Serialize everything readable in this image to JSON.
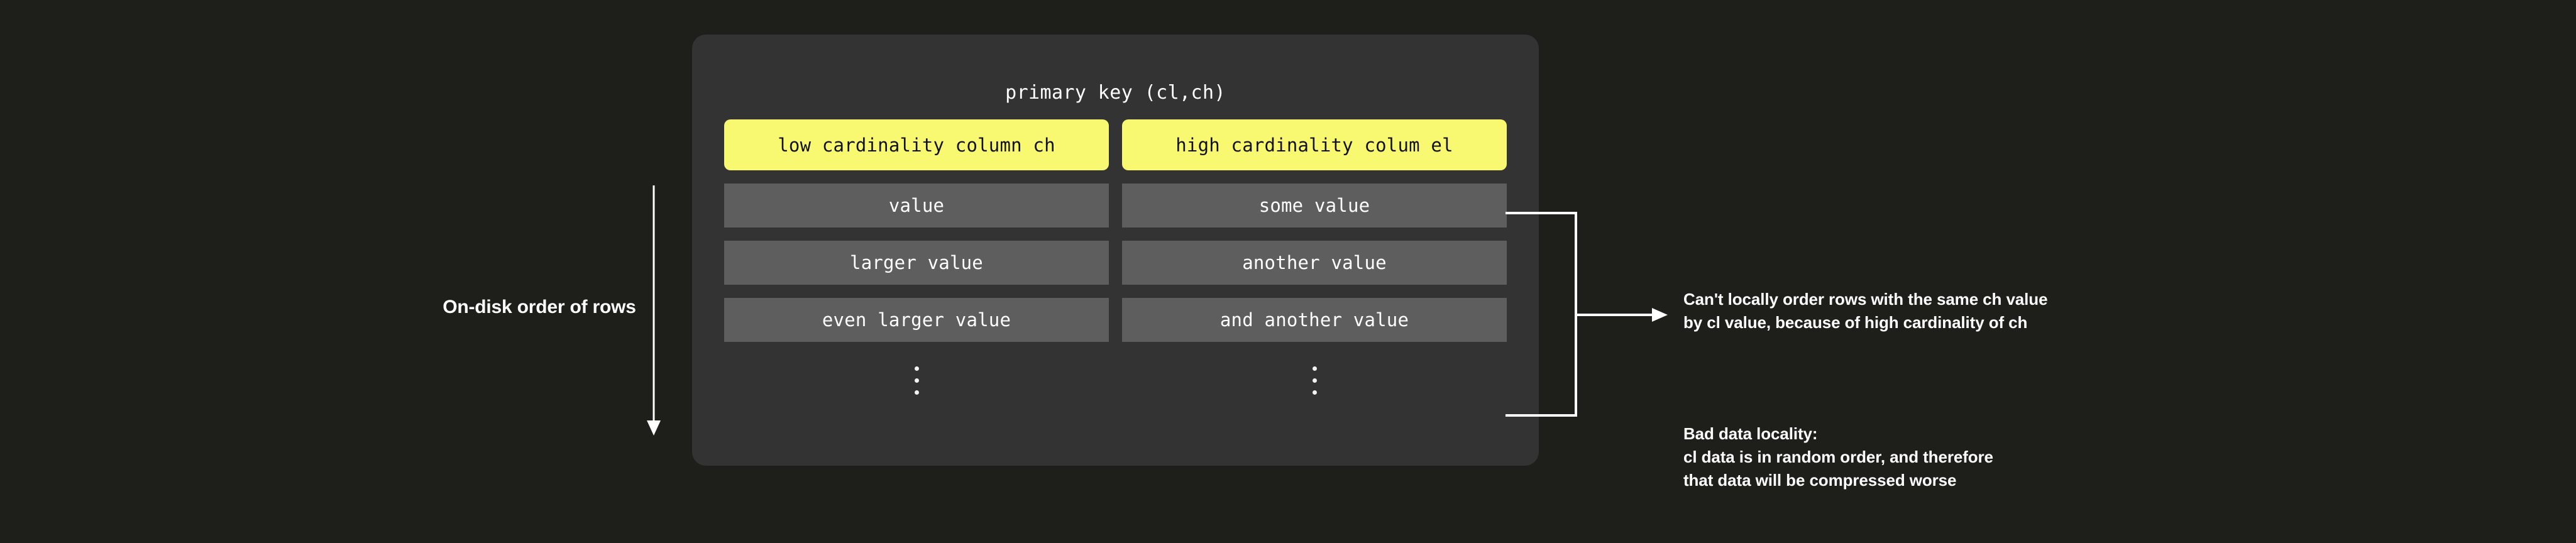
{
  "theme": {
    "page_background": "#1e1f1b",
    "card_background": "#333333",
    "chip_yellow": "#f9f871",
    "cell_gray": "#5e5e5e",
    "text_white": "#ffffff",
    "chip_text": "#111111"
  },
  "left_annotation": {
    "label": "On-disk order of rows",
    "arrow_icon": "arrow-down-icon",
    "direction": "down"
  },
  "card": {
    "title": "primary key (cl,ch)",
    "columns": [
      {
        "header": "low cardinality column ch",
        "cells": [
          "value",
          "larger value",
          "even larger value"
        ],
        "continuation": "vertical-ellipsis"
      },
      {
        "header": "high cardinality colum el",
        "cells": [
          "some value",
          "another value",
          "and another value"
        ],
        "continuation": "vertical-ellipsis"
      }
    ]
  },
  "connector": {
    "icon": "bracket-arrow-right-icon"
  },
  "notes": [
    {
      "id": "order-note",
      "text": "Can't locally order rows with the same ch value\nby cl value, because of high cardinality of ch"
    },
    {
      "id": "locality-note",
      "text": "Bad data locality:\ncl data is in random order, and therefore\nthat data will be compressed worse"
    }
  ]
}
